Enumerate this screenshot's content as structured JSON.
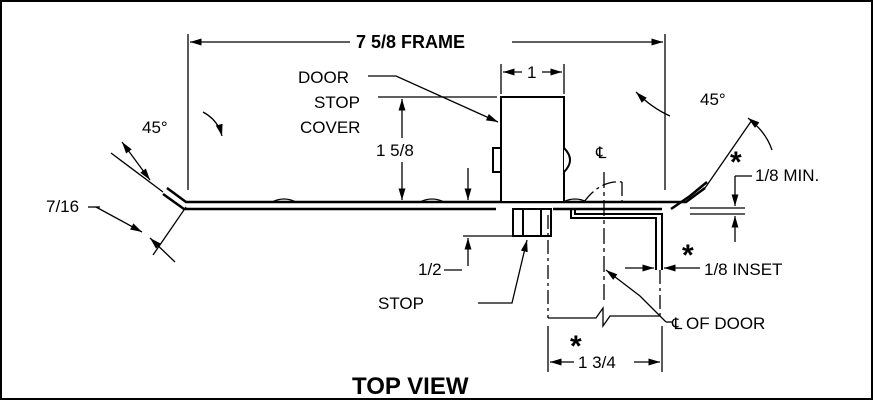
{
  "drawing": {
    "title": "TOP VIEW",
    "dimensions": {
      "frame": "7 5/8 FRAME",
      "one": "1",
      "one_five_eighths": "1 5/8",
      "seven_sixteenths": "7/16",
      "half": "1/2",
      "one_three_quarters": "1 3/4",
      "eighth_min": "1/8 MIN.",
      "eighth_inset": "1/8 INSET"
    },
    "angles": {
      "left": "45°",
      "right": "45°"
    },
    "labels": {
      "door_stop_cover": [
        "DOOR",
        "STOP",
        "COVER"
      ],
      "stop": "STOP",
      "cl_of_door": "OF DOOR",
      "centerline": "CL"
    },
    "note_markers": [
      "*",
      "*",
      "*"
    ]
  }
}
